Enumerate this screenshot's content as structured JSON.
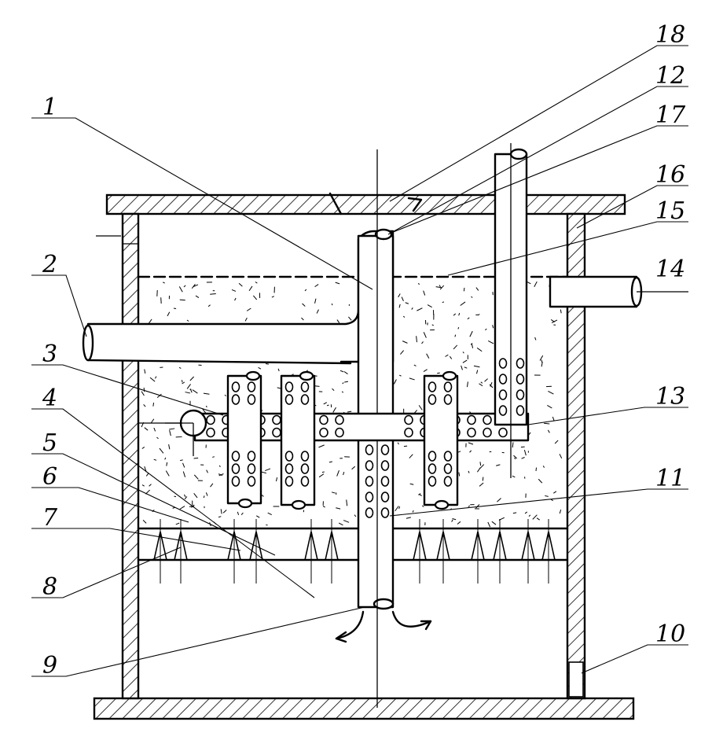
{
  "labels": {
    "n1": "1",
    "n2": "2",
    "n3": "3",
    "n4": "4",
    "n5": "5",
    "n6": "6",
    "n7": "7",
    "n8": "8",
    "n9": "9",
    "n10": "10",
    "n11": "11",
    "n12": "12",
    "n13": "13",
    "n14": "14",
    "n15": "15",
    "n16": "16",
    "n17": "17",
    "n18": "18"
  },
  "colors": {
    "ink": "#000000",
    "paper": "#ffffff"
  }
}
